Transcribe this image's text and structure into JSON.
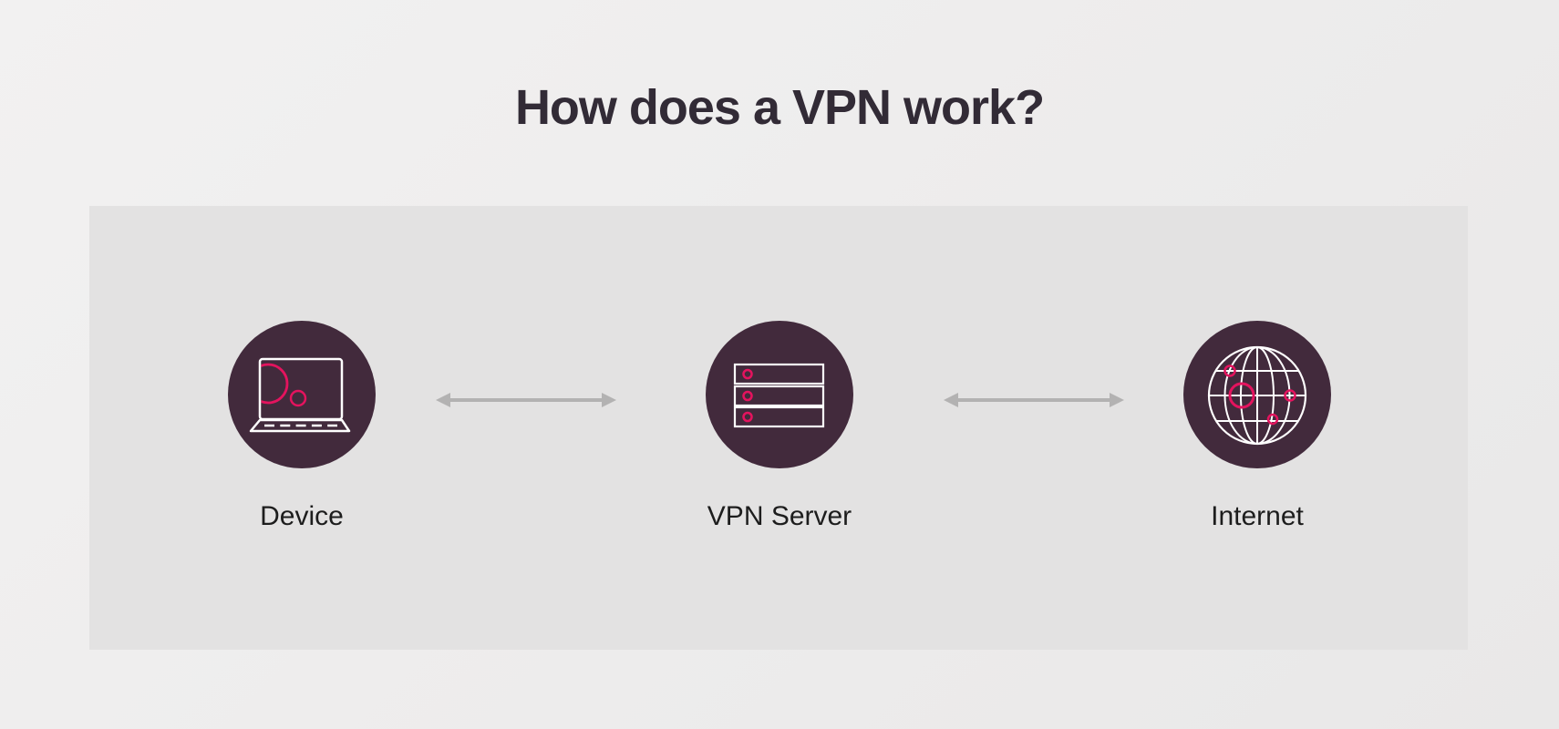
{
  "title": "How does a VPN work?",
  "diagram": {
    "nodes": [
      {
        "id": "device",
        "label": "Device",
        "icon": "laptop-icon"
      },
      {
        "id": "vpn-server",
        "label": "VPN Server",
        "icon": "server-icon"
      },
      {
        "id": "internet",
        "label": "Internet",
        "icon": "globe-icon"
      }
    ],
    "connectors": [
      {
        "from": "device",
        "to": "vpn-server",
        "type": "double-headed-arrow"
      },
      {
        "from": "vpn-server",
        "to": "internet",
        "type": "double-headed-arrow"
      }
    ]
  },
  "theme": {
    "page_bg_light": "#f2f1f1",
    "page_bg_dark": "#e9e8e8",
    "panel_bg": "#e3e2e2",
    "circle_fill": "#422a3c",
    "icon_stroke": "#ffffff",
    "accent_pink": "#e4135e",
    "arrow_color": "#b3b2b2",
    "title_color": "#322b36",
    "label_color": "#1d1d1d"
  }
}
